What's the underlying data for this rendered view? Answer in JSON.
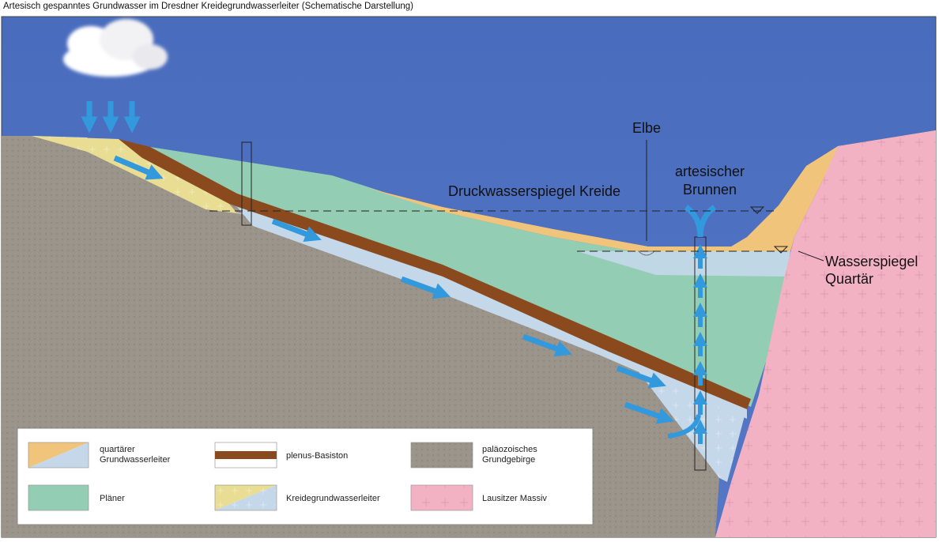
{
  "caption": "Artesisch gespanntes Grundwasser im Dresdner Kreidegrundwasserleiter (Schematische Darstellung)",
  "labels": {
    "elbe": "Elbe",
    "artesian_line1": "artesischer",
    "artesian_line2": "Brunnen",
    "pressure_level": "Druckwasserspiegel Kreide",
    "water_table_line1": "Wasserspiegel",
    "water_table_line2": "Quartär"
  },
  "legend": {
    "items": [
      {
        "label_line1": "quartärer",
        "label_line2": "Grundwasserleiter"
      },
      {
        "label_line1": "plenus-Basiston",
        "label_line2": ""
      },
      {
        "label_line1": "paläozoisches",
        "label_line2": "Grundgebirge"
      },
      {
        "label_line1": "Pläner",
        "label_line2": ""
      },
      {
        "label_line1": "Kreidegrundwasserleiter",
        "label_line2": ""
      },
      {
        "label_line1": "Lausitzer Massiv",
        "label_line2": ""
      }
    ]
  },
  "colors": {
    "sky": "#4d6fbf",
    "quaternary": "#f0c47a",
    "planer": "#93cdb3",
    "basiston": "#8b4a1e",
    "chalk_aquifer": "#c5d8ea",
    "bedrock": "#9a948a",
    "lausitz": "#f3b2c4",
    "arrow": "#3399dd"
  }
}
